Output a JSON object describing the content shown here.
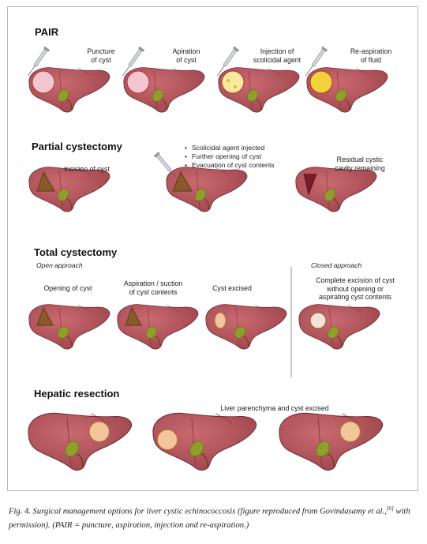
{
  "sections": {
    "pair": {
      "title": "PAIR",
      "steps": [
        "Puncture\nof cyst",
        "Apiration\nof cyst",
        "Injection of\nscolicidal agent",
        "Re-aspiration\nof fluid"
      ]
    },
    "partial": {
      "title": "Partial cystectomy",
      "step1": "Incision of cyst",
      "bullets": [
        "Scolicidal agent injected",
        "Further opening of cyst",
        "Evacuation of cyst contents"
      ],
      "step3": "Residual cystic\ncavity remaining"
    },
    "total": {
      "title": "Total cystectomy",
      "open_label": "Open approach",
      "closed_label": "Closed approach",
      "steps": [
        "Opening of cyst",
        "Aspiration / suction\nof cyst contents",
        "Cyst excised",
        "Complete excision of cyst\nwithout opening or\naspirating cyst contents"
      ]
    },
    "hepatic": {
      "title": "Hepatic resection",
      "label": "Liver parenchyma and cyst excised"
    }
  },
  "caption": {
    "part1": "Fig. 4. Surgical management options for liver cystic echinococcosis (figure reproduced from Govindasamy et al.,",
    "ref": "[6]",
    "part2": " with permission). (PAIR = puncture, aspiration, injection and re-aspiration.)"
  },
  "colors": {
    "liver": "#b8555c",
    "liver_dark": "#8f3a42",
    "gallbladder": "#8f9f2a",
    "cyst_fluid": "#f3c6cf",
    "scolicidal": "#f2d23a",
    "daughter_cysts": "#8a5a2a",
    "resected_cyst": "#f3c59a"
  }
}
